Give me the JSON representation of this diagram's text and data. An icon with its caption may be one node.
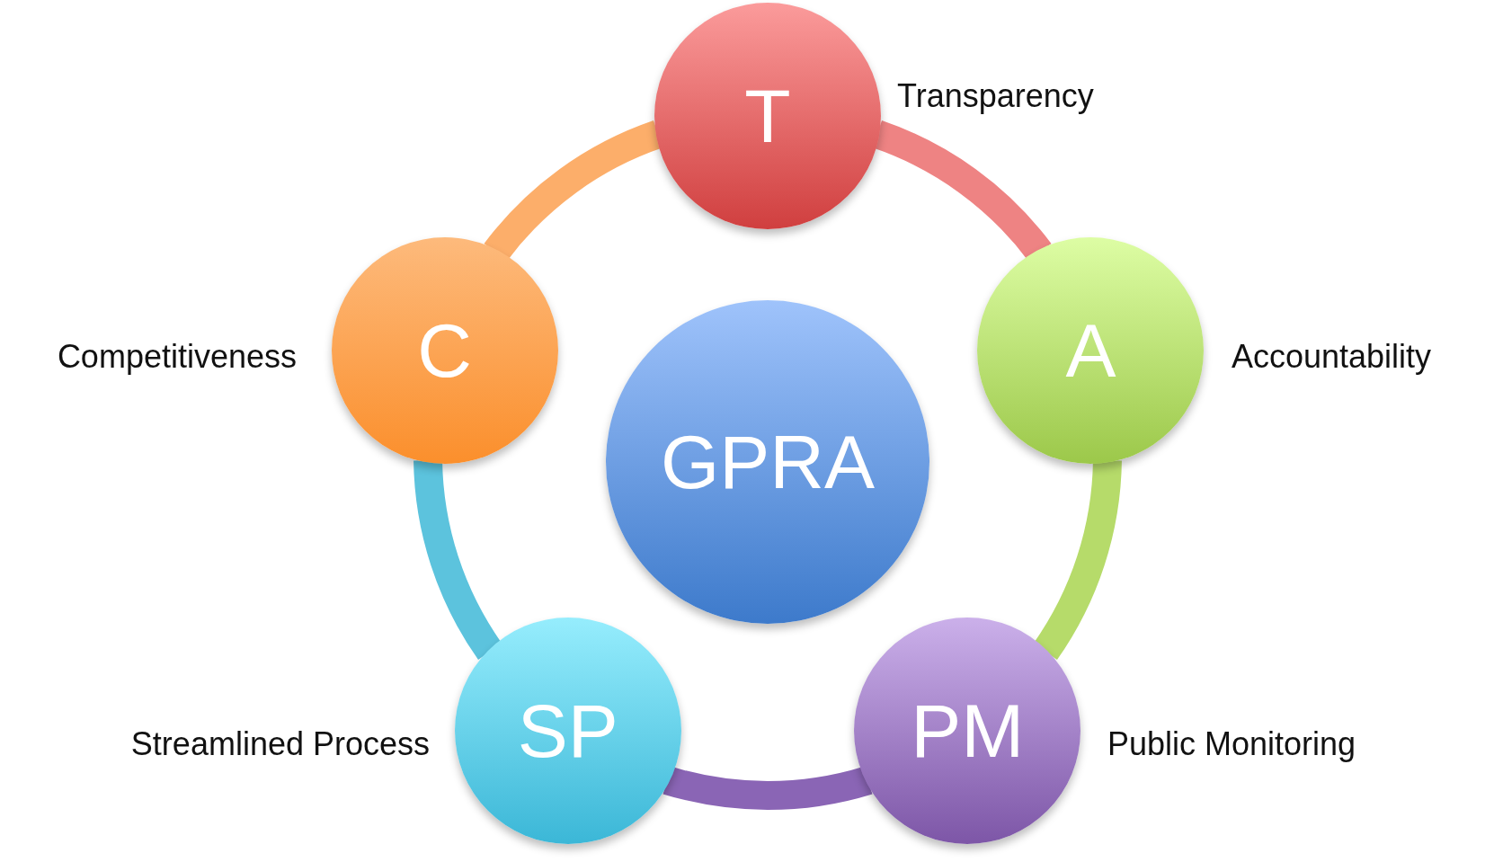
{
  "diagram": {
    "nodes": [
      {
        "text": [
          "T"
        ],
        "beside": [
          "Transparency"
        ]
      },
      {
        "text": [
          "C"
        ],
        "beside": [
          "Competitiveness"
        ]
      },
      {
        "text": [
          "A"
        ],
        "beside": [
          "Accountability"
        ]
      },
      {
        "text": [
          "GPRA"
        ]
      },
      {
        "text": [
          "SP"
        ],
        "beside": [
          "Streamlined Process"
        ]
      },
      {
        "text": [
          "PM"
        ],
        "beside": [
          "Public Monitoring"
        ]
      }
    ],
    "edges": [
      {
        "from": 0,
        "to": 2,
        "arrow": "none",
        "color": "#ee8383"
      },
      {
        "from": 2,
        "to": 5,
        "arrow": "none",
        "color": "#b6db6a"
      },
      {
        "from": 5,
        "to": 4,
        "arrow": "none",
        "color": "#8a65b5"
      },
      {
        "from": 4,
        "to": 1,
        "arrow": "none",
        "color": "#5cc3dd"
      },
      {
        "from": 1,
        "to": 0,
        "arrow": "none",
        "color": "#fcae6a"
      }
    ]
  }
}
